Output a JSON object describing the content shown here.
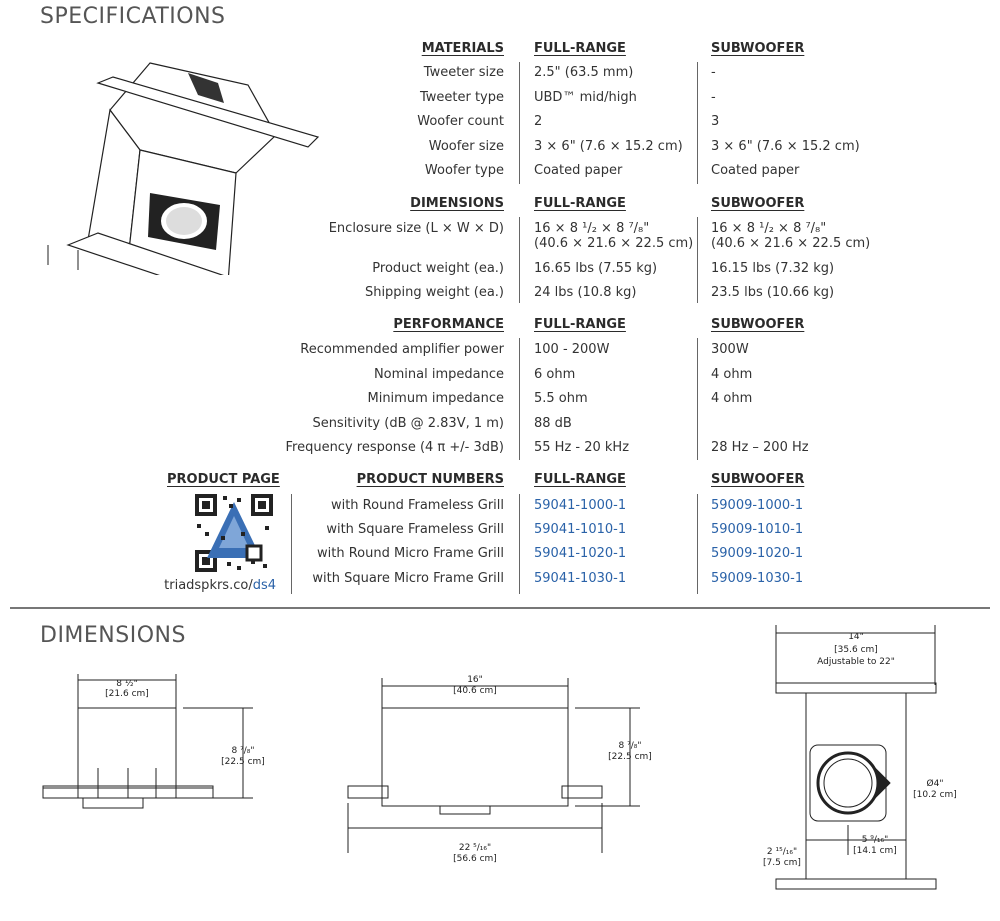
{
  "spec_title": "SPECIFICATIONS",
  "dim_title": "DIMENSIONS",
  "materials": {
    "header": "MATERIALS",
    "col1": "FULL-RANGE",
    "col2": "SUBWOOFER",
    "rows": [
      {
        "label": "Tweeter size",
        "full": "2.5\" (63.5 mm)",
        "sub": "-"
      },
      {
        "label": "Tweeter type",
        "full": "UBD™ mid/high",
        "sub": "-"
      },
      {
        "label": "Woofer count",
        "full": "2",
        "sub": "3"
      },
      {
        "label": "Woofer size",
        "full": "3 × 6\" (7.6 × 15.2 cm)",
        "sub": "3 × 6\" (7.6 × 15.2 cm)"
      },
      {
        "label": "Woofer type",
        "full": "Coated paper",
        "sub": "Coated paper"
      }
    ]
  },
  "dimensions_table": {
    "header": "DIMENSIONS",
    "col1": "FULL-RANGE",
    "col2": "SUBWOOFER",
    "rows": [
      {
        "label": "Enclosure size (L × W × D)",
        "full": "16 × 8 ¹/₂ × 8 ⁷/₈\"",
        "full2": "(40.6 × 21.6 × 22.5 cm)",
        "sub": "16 × 8 ¹/₂ × 8 ⁷/₈\"",
        "sub2": "(40.6 × 21.6 × 22.5 cm)"
      },
      {
        "label": "Product weight (ea.)",
        "full": "16.65 lbs (7.55 kg)",
        "sub": "16.15 lbs (7.32 kg)"
      },
      {
        "label": "Shipping weight (ea.)",
        "full": "24 lbs (10.8 kg)",
        "sub": "23.5 lbs (10.66 kg)"
      }
    ]
  },
  "performance": {
    "header": "PERFORMANCE",
    "col1": "FULL-RANGE",
    "col2": "SUBWOOFER",
    "rows": [
      {
        "label": "Recommended amplifier power",
        "full": "100 - 200W",
        "sub": "300W"
      },
      {
        "label": "Nominal impedance",
        "full": "6 ohm",
        "sub": "4 ohm"
      },
      {
        "label": "Minimum impedance",
        "full": "5.5 ohm",
        "sub": "4 ohm"
      },
      {
        "label": "Sensitivity (dB @ 2.83V, 1 m)",
        "full": "88 dB",
        "sub": ""
      },
      {
        "label": "Frequency response (4 π +/- 3dB)",
        "full": "55 Hz - 20 kHz",
        "sub": "28 Hz – 200 Hz"
      }
    ]
  },
  "product_page": {
    "header": "PRODUCT PAGE",
    "url_prefix": "triadspkrs.co/",
    "url_suffix": "ds4"
  },
  "product_numbers": {
    "header": "PRODUCT NUMBERS",
    "col1": "FULL-RANGE",
    "col2": "SUBWOOFER",
    "rows": [
      {
        "label": "with Round Frameless Grill",
        "full": "59041-1000-1",
        "sub": "59009-1000-1"
      },
      {
        "label": "with Square Frameless Grill",
        "full": "59041-1010-1",
        "sub": "59009-1010-1"
      },
      {
        "label": "with Round Micro Frame Grill",
        "full": "59041-1020-1",
        "sub": "59009-1020-1"
      },
      {
        "label": "with Square Micro Frame Grill",
        "full": "59041-1030-1",
        "sub": "59009-1030-1"
      }
    ]
  },
  "drawing_labels": {
    "front_width": "8 ½\"",
    "front_width_cm": "[21.6 cm]",
    "front_height": "8 ⁷/₈\"",
    "front_height_cm": "[22.5 cm]",
    "side_len": "16\"",
    "side_len_cm": "[40.6 cm]",
    "side_height": "8 ⁷/₈\"",
    "side_height_cm": "[22.5 cm]",
    "side_total": "22 ⁵/₁₆\"",
    "side_total_cm": "[56.6 cm]",
    "top_width": "14\"",
    "top_width_cm": "[35.6 cm]",
    "top_adjust": "Adjustable to 22\"",
    "port_dia": "Ø4\"",
    "port_dia_cm": "[10.2 cm]",
    "port_off": "5 ⁹/₁₆\"",
    "port_off_cm": "[14.1 cm]",
    "edge_off": "2 ¹⁵/₁₆\"",
    "edge_off_cm": "[7.5 cm]"
  }
}
